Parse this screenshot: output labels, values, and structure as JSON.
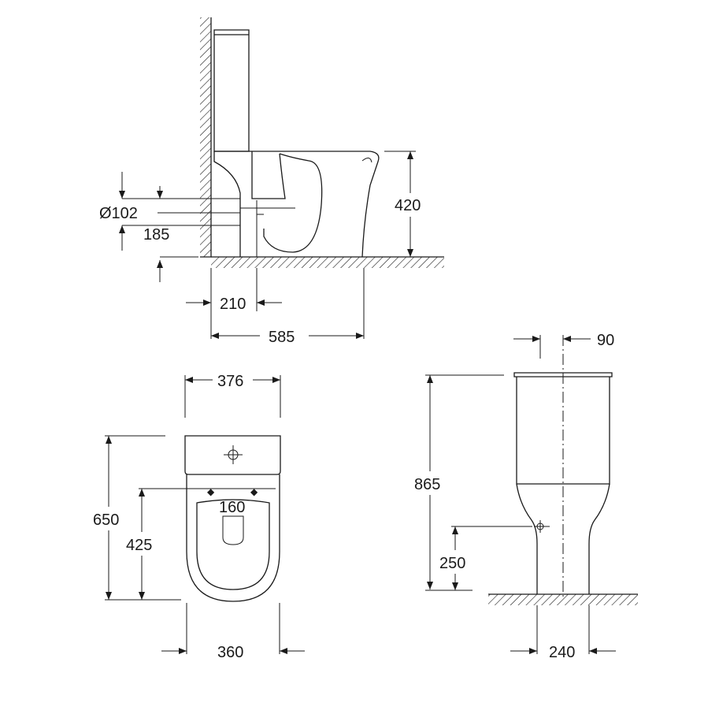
{
  "dimensions": {
    "side_view": {
      "drain_diameter": "Ø102",
      "drain_height": "185",
      "seat_height": "420",
      "drain_from_wall": "210",
      "overall_depth": "585"
    },
    "top_view": {
      "tank_width": "376",
      "bolt_spacing": "160",
      "overall_length": "650",
      "bolt_to_rear": "425",
      "bowl_width": "360"
    },
    "front_view": {
      "offset": "90",
      "overall_height": "865",
      "inlet_height": "250",
      "base_width": "240"
    }
  },
  "icons": [
    "hatched-wall",
    "hatched-floor",
    "crosshair-icon",
    "arrow-icon"
  ]
}
